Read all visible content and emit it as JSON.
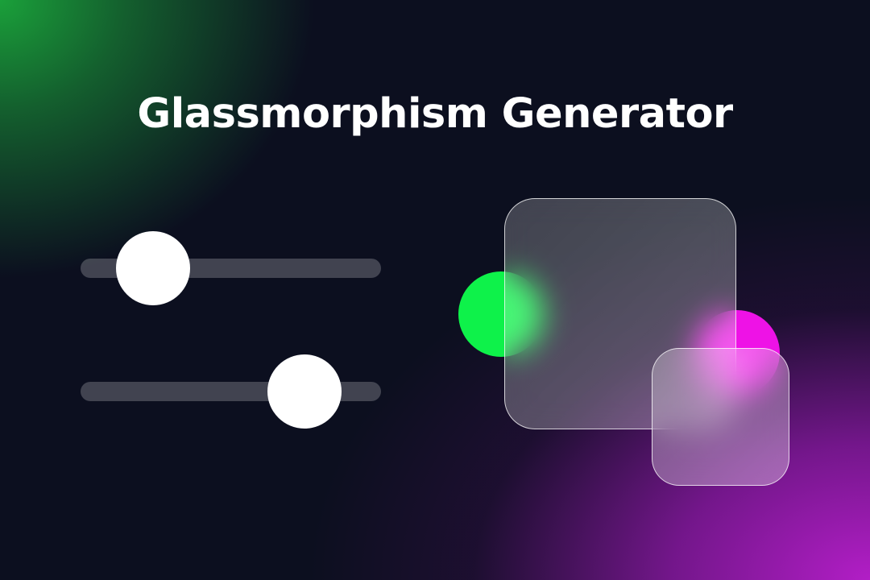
{
  "header": {
    "title": "Glassmorphism Generator"
  },
  "sliders": [
    {
      "id": "slider-1",
      "value_fraction": 0.24
    },
    {
      "id": "slider-2",
      "value_fraction": 0.745
    }
  ],
  "illustration": {
    "green_circle_color": "#0ef24a",
    "magenta_circle_color": "#ee12e6"
  },
  "colors": {
    "background_base": "#0c0f1f",
    "green_glow": "#1aa03a",
    "purple_glow": "#b21ec6",
    "slider_thumb": "#ffffff"
  }
}
